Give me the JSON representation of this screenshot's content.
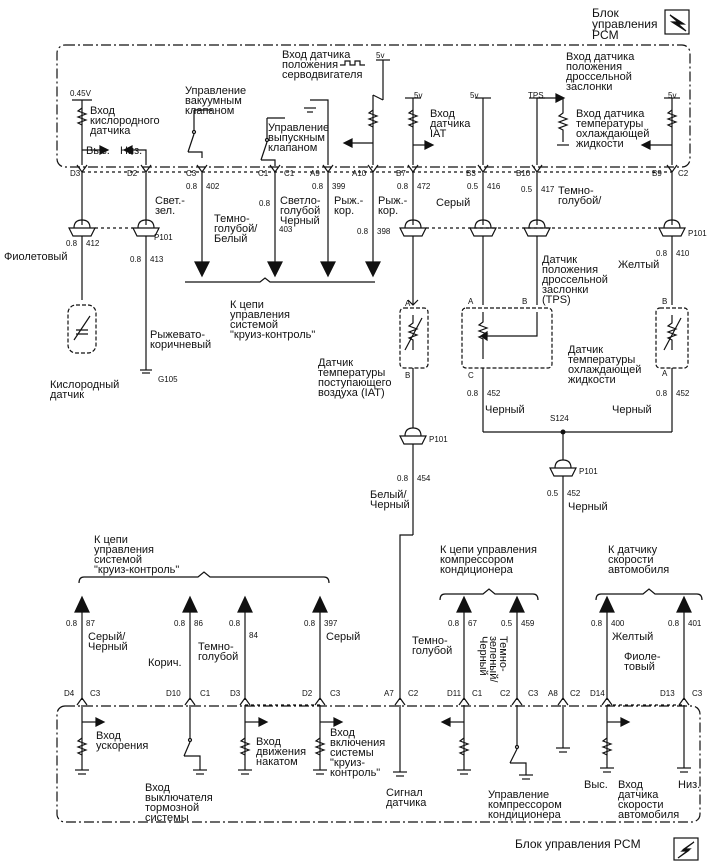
{
  "header": {
    "title": "Блок\nуправления\nPCM",
    "icon": "lightning-bolt-icon"
  },
  "footer": {
    "title": "Блок управления PCM",
    "icon": "lightning-bolt-icon"
  },
  "top": {
    "v045": "0.45V",
    "o2_input": "Вход\nкислородного\nдатчика",
    "high": "Выс.",
    "low": "Низ.",
    "vacuum": "Управление\nвакуумным\nклапаном",
    "vent": "Управление\nвыпускным\nклапаном",
    "servo": "Вход датчика\nположения\nсерводвигателя",
    "v5": "5v",
    "iat_input": "Вход\nдатчика\nIAT",
    "tps": "TPS",
    "tps_input": "Вход датчика\nположения\nдроссельной\nзаслонки",
    "ect_input": "Вход датчика\nтемпературы\nохлаждающей\nжидкости"
  },
  "top_pins": [
    "D3",
    "D2",
    "C3",
    "C1",
    "C1",
    "A9",
    "A10",
    "B7",
    "B3",
    "B10",
    "B9",
    "C2"
  ],
  "top_wires": {
    "w412": [
      "0.8",
      "412",
      "Фиолетовый"
    ],
    "w413": [
      "0.8",
      "413",
      "Рыжевато-\nкоричневый"
    ],
    "w402": [
      "0.8",
      "402",
      "Свет.-\nзел."
    ],
    "w403": [
      "0.8",
      "403",
      "Темно-\nголубой/\nБелый"
    ],
    "w399": [
      "0.8",
      "399",
      "Светло-\nголубой\nЧерный"
    ],
    "w398": [
      "0.8",
      "398",
      "Рыж.-\nкор."
    ],
    "w472": [
      "0.8",
      "472",
      "Рыж.-\nкор."
    ],
    "w416": [
      "0.5",
      "416",
      "Серый"
    ],
    "w417": [
      "0.5",
      "417",
      "Темно-\nголубой/"
    ],
    "w410": [
      "0.8",
      "410",
      "Желтый"
    ]
  },
  "connector": "P101",
  "cruise_top": "К цепи\nуправления\nсистемой\n\"круиз-контроль\"",
  "o2_sensor": "Кислородный\nдатчик",
  "ground": "G105",
  "iat_sensor": "Датчик\nтемпературы\nпоступающего\nвоздуха (IAT)",
  "tps_sensor": "Датчик\nположения\nдроссельной\nзаслонки\n(TPS)",
  "ect_sensor": "Датчик\nтемпературы\nохлаждающей\nжидкости",
  "pin_a": "A",
  "pin_b": "B",
  "pin_c": "C",
  "w452a": [
    "0.8",
    "452",
    "Черный"
  ],
  "w452b": [
    "0.8",
    "452",
    "Черный"
  ],
  "w452c": [
    "0.5",
    "452",
    "Черный"
  ],
  "splice": "S124",
  "w454": [
    "0.8",
    "454",
    "Белый/\nЧерный"
  ],
  "cruise_bottom": "К цепи\nуправления\nсистемой\n\"круиз-контроль\"",
  "ac_group": "К цепи управления\nкомпрессором\nкондиционера",
  "vss_group": "К датчику\nскорости\nавтомобиля",
  "bottom_wires": {
    "w87": [
      "0.8",
      "87",
      "Серый/\nЧерный"
    ],
    "w86": [
      "0.8",
      "86",
      "Корич."
    ],
    "w84": [
      "0.8",
      "84",
      "Темно-\nголубой"
    ],
    "w397": [
      "0.8",
      "397",
      "Серый"
    ],
    "w67": [
      "0.8",
      "67",
      "Темно-\nголубой"
    ],
    "w459": [
      "0.5",
      "459",
      "Темно-\nзеленый/\nЧерный"
    ],
    "w400": [
      "0.8",
      "400",
      "Желтый"
    ],
    "w401": [
      "0.8",
      "401",
      "Фиоле-\nтовый"
    ]
  },
  "bottom_pins": [
    "D4",
    "C3",
    "D10",
    "C1",
    "D3",
    "D2",
    "C3",
    "A7",
    "C2",
    "D11",
    "C1",
    "C2",
    "C3",
    "A8",
    "C2",
    "D14",
    "D13",
    "C3"
  ],
  "bottom": {
    "accel": "Вход\nускорения",
    "brake": "Вход\nвыключателя\nтормозной\nсистемы",
    "coast": "Вход\nдвижения\nнакатом",
    "cruise_on": "Вход\nвключения\nсистемы\n\"круиз-\nконтроль\"",
    "signal": "Сигнал\nдатчика",
    "ac_ctrl": "Управление\nкомпрессором\nкондиционера",
    "high": "Выс.",
    "low": "Низ.",
    "vss_input": "Вход\nдатчика\nскорости\nавтомобиля"
  }
}
